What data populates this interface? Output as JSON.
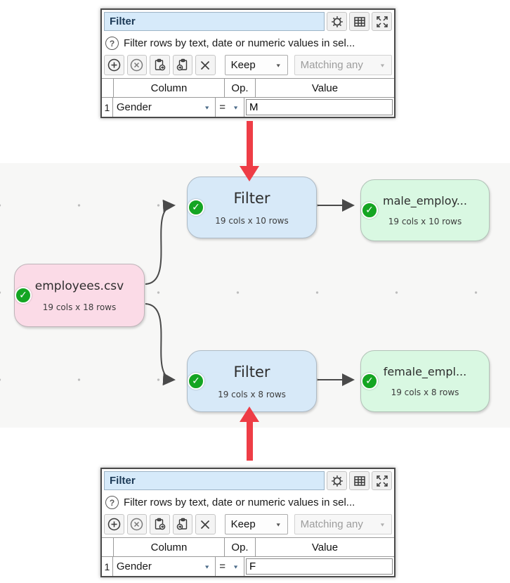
{
  "icons": {
    "help_glyph": "?",
    "check_glyph": "✓",
    "dropdown_glyph": "▼"
  },
  "colors": {
    "accent_red_arrow": "#ee3d46",
    "node_source_bg": "#fbdbe7",
    "node_transform_bg": "#d7e9f8",
    "node_output_bg": "#d9f8e2",
    "status_ok_green": "#14a522",
    "title_field_bg": "#d6eafa"
  },
  "panels": {
    "top": {
      "title": "Filter",
      "help_text": "Filter rows by text, date or numeric values in sel...",
      "toolbar": {
        "keep_label": "Keep",
        "matching_label": "Matching any"
      },
      "table": {
        "headers": {
          "column": "Column",
          "op": "Op.",
          "value": "Value"
        },
        "row": {
          "number": "1",
          "column": "Gender",
          "op": "=",
          "value": "M"
        }
      }
    },
    "bottom": {
      "title": "Filter",
      "help_text": "Filter rows by text, date or numeric values in sel...",
      "toolbar": {
        "keep_label": "Keep",
        "matching_label": "Matching any"
      },
      "table": {
        "headers": {
          "column": "Column",
          "op": "Op.",
          "value": "Value"
        },
        "row": {
          "number": "1",
          "column": "Gender",
          "op": "=",
          "value": "F"
        }
      }
    }
  },
  "graph": {
    "nodes": {
      "source": {
        "title": "employees.csv",
        "subtitle": "19 cols x 18 rows"
      },
      "filter_top": {
        "title": "Filter",
        "subtitle": "19 cols x 10 rows"
      },
      "filter_bottom": {
        "title": "Filter",
        "subtitle": "19 cols x 8 rows"
      },
      "male_output": {
        "title": "male_employ...",
        "subtitle": "19 cols x 10 rows"
      },
      "female_output": {
        "title": "female_empl...",
        "subtitle": "19 cols x 8 rows"
      }
    }
  }
}
